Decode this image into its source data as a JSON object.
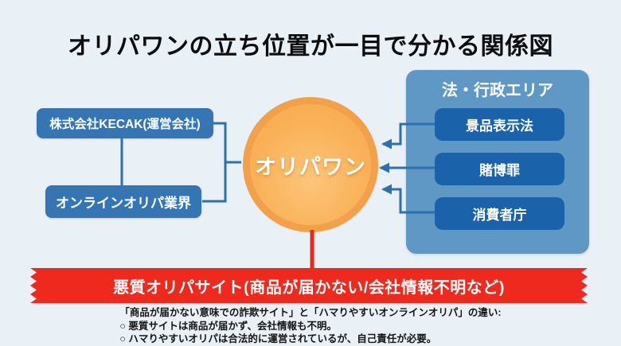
{
  "title": "オリパワンの立ち位置が一目で分かる関係図",
  "diagram": {
    "company_box": "株式会社KECAK(運営会社)",
    "industry_box": "オンラインオリパ業界",
    "center_circle": "オリパワン",
    "legal_panel": {
      "title": "法・行政エリア",
      "items": [
        "景品表示法",
        "賭博罪",
        "消費者庁"
      ]
    },
    "ribbon": "悪質オリパサイト(商品が届かない/会社情報不明など)",
    "footnote": {
      "heading": "「商品が届かない意味での詐欺サイト」と「ハマりやすいオンラインオリパ」の違い:",
      "points": [
        "○ 悪質サイトは商品が届かず、会社情報も不明。",
        "○ ハマりやすいオリパは合法的に運営されているが、自己責任が必要。"
      ]
    }
  },
  "colors": {
    "background": "#e9f1f7",
    "box_blue": "#3575b3",
    "panel_blue": "#5f98c5",
    "inner_box_blue": "#1a63aa",
    "connector_blue": "#2d70af",
    "circle_fill": "#f9b056",
    "circle_border": "#f3a04a",
    "ribbon_red": "#ee2a1f",
    "red_line": "#e8291c",
    "text_white": "#ffffff",
    "title_black": "#0d0d0d"
  }
}
